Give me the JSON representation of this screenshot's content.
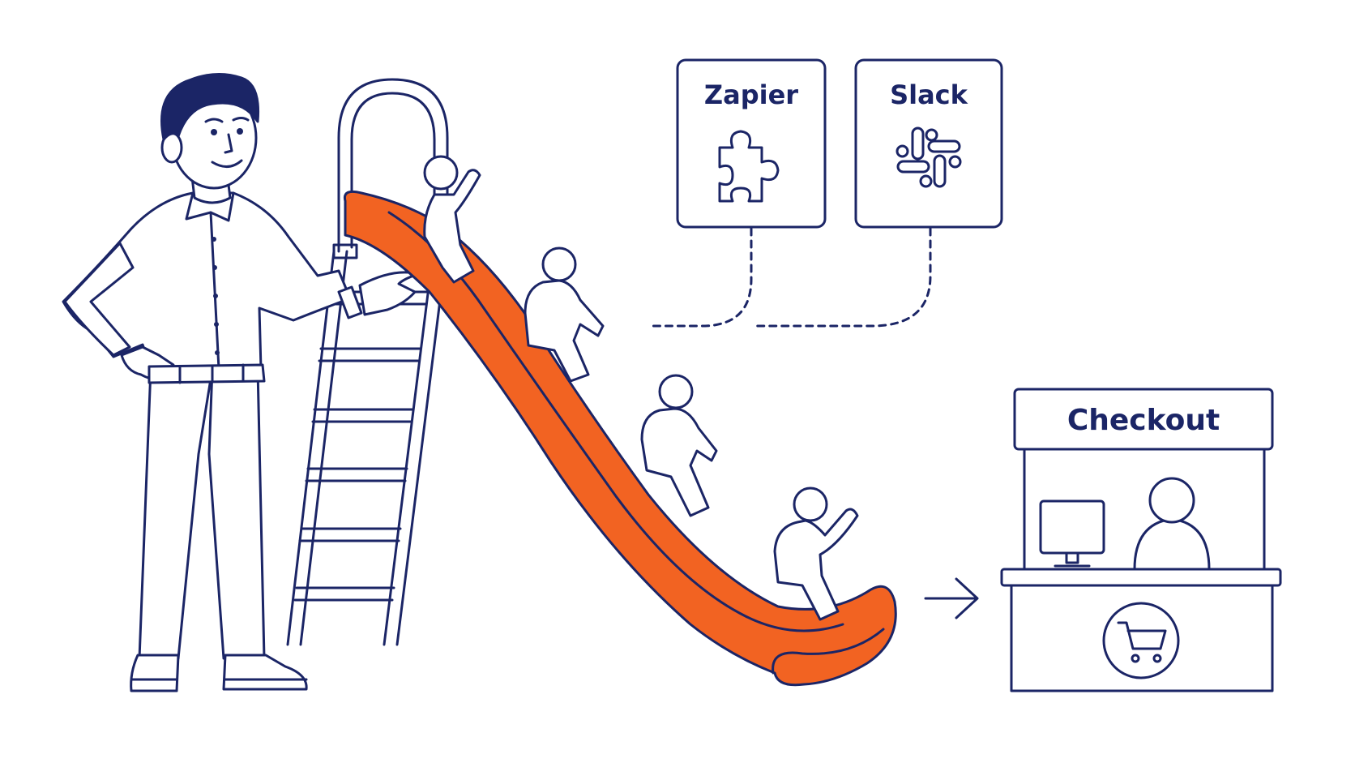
{
  "integrations": {
    "zapier": {
      "label": "Zapier",
      "icon": "puzzle-piece-icon"
    },
    "slack": {
      "label": "Slack",
      "icon": "slack-logo-icon"
    }
  },
  "checkout": {
    "label": "Checkout",
    "icon": "shopping-cart-icon"
  },
  "colors": {
    "ink": "#1b2566",
    "slide": "#f26322",
    "background": "#ffffff"
  }
}
